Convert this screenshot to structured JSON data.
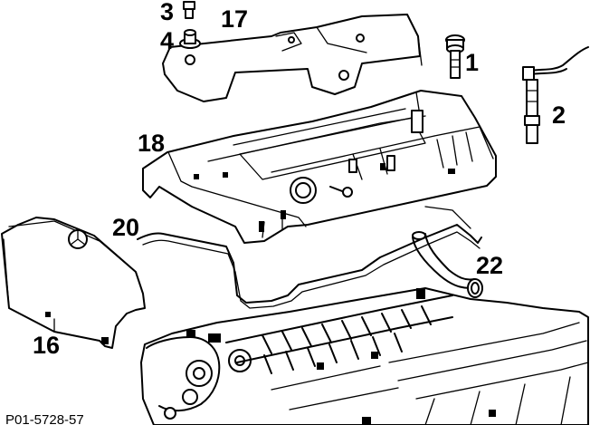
{
  "diagram": {
    "parts": [
      {
        "id": "part-1",
        "callout": "1",
        "component": "bolt"
      },
      {
        "id": "part-2",
        "callout": "2",
        "component": "spark-plug-connector"
      },
      {
        "id": "part-3",
        "callout": "3",
        "component": "screw"
      },
      {
        "id": "part-4",
        "callout": "4",
        "component": "grommet"
      },
      {
        "id": "part-16",
        "callout": "16",
        "component": "front-cover"
      },
      {
        "id": "part-17",
        "callout": "17",
        "component": "top-cover-plate"
      },
      {
        "id": "part-18",
        "callout": "18",
        "component": "cylinder-head-cover"
      },
      {
        "id": "part-20",
        "callout": "20",
        "component": "gasket"
      },
      {
        "id": "part-22",
        "callout": "22",
        "component": "hose"
      }
    ],
    "figure_code": "P01-5728-57",
    "colors": {
      "ink": "#000000",
      "paper": "#ffffff"
    }
  }
}
